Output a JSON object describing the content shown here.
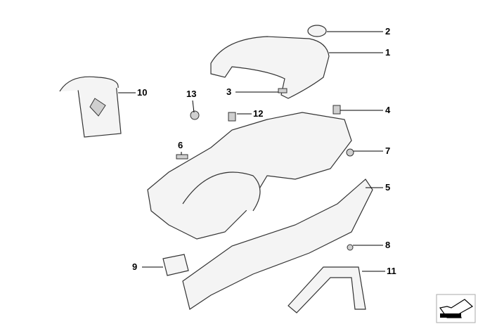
{
  "diagram": {
    "callouts": [
      {
        "id": "c1",
        "text": "1"
      },
      {
        "id": "c2",
        "text": "2"
      },
      {
        "id": "c3",
        "text": "3"
      },
      {
        "id": "c4",
        "text": "4"
      },
      {
        "id": "c5",
        "text": "5"
      },
      {
        "id": "c6",
        "text": "6"
      },
      {
        "id": "c7",
        "text": "7"
      },
      {
        "id": "c8",
        "text": "8"
      },
      {
        "id": "c9",
        "text": "9"
      },
      {
        "id": "c10",
        "text": "10"
      },
      {
        "id": "c11",
        "text": "11"
      },
      {
        "id": "c12",
        "text": "12"
      },
      {
        "id": "c13",
        "text": "13"
      }
    ],
    "nav_icon": "arrow-down-left-icon"
  }
}
